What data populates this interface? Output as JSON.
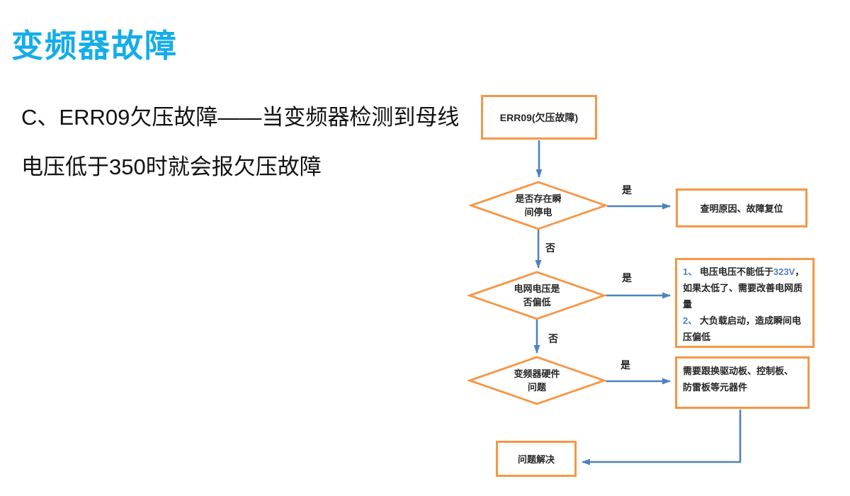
{
  "page": {
    "title": "变频器故障"
  },
  "intro": {
    "line1": "C、ERR09欠压故障——当变频器检测到母线",
    "line2": "电压低于350时就会报欠压故障"
  },
  "colors": {
    "title": "#14ADE8",
    "shape_border": "#F79646",
    "shape_fill": "#FFFFFF",
    "connector": "#4F81BD",
    "emphasis_blue": "#4F81BD",
    "text": "#262626"
  },
  "flowchart": {
    "start_label": "ERR09(欠压故障)",
    "decision1": {
      "label": "是否存在瞬\n间停电",
      "yes_label": "是",
      "no_label": "否"
    },
    "decision2": {
      "label": "电网电压是\n否偏低",
      "yes_label": "是",
      "no_label": "否"
    },
    "decision3": {
      "label": "变频器硬件\n问题",
      "yes_label": "是"
    },
    "result1": "查明原因、故障复位",
    "result2": {
      "item1": [
        {
          "text": "1、"
        },
        {
          "text": " 电压电压不能低于"
        },
        {
          "text": "323V"
        },
        {
          "text": "，如果太低了、需要改善电网质量"
        }
      ],
      "item2": [
        {
          "text": "2、"
        },
        {
          "text": " 大负载启动，造成瞬间电压偏低"
        }
      ]
    },
    "result3": "需要跟换驱动板、控制板、\n防雷板等元器件",
    "end_label": "问题解决"
  }
}
